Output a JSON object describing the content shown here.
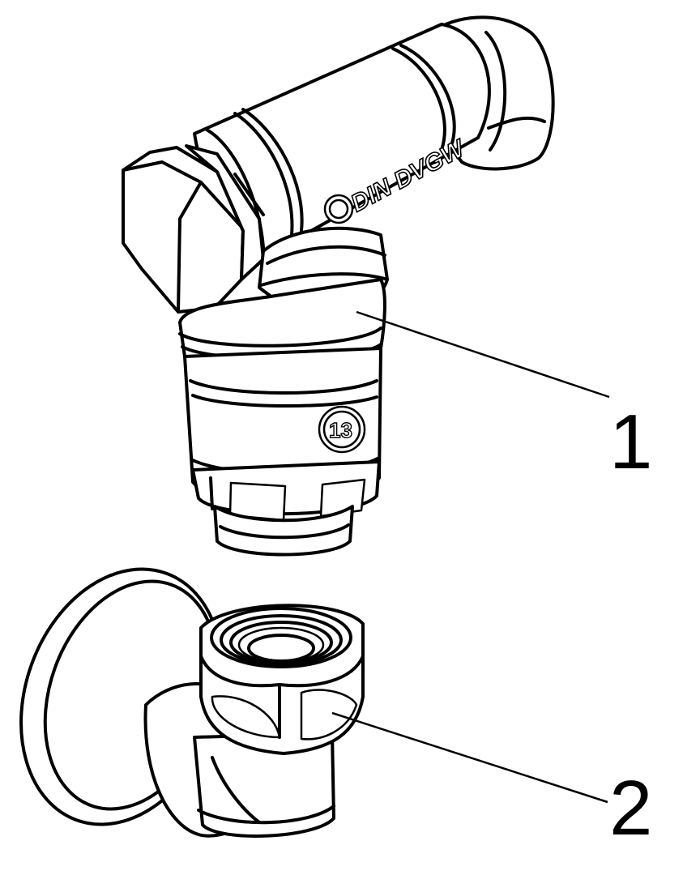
{
  "callouts": [
    {
      "label": "1"
    },
    {
      "label": "2"
    }
  ],
  "stamp_text": "DIN DVGW",
  "logo_text": "13"
}
